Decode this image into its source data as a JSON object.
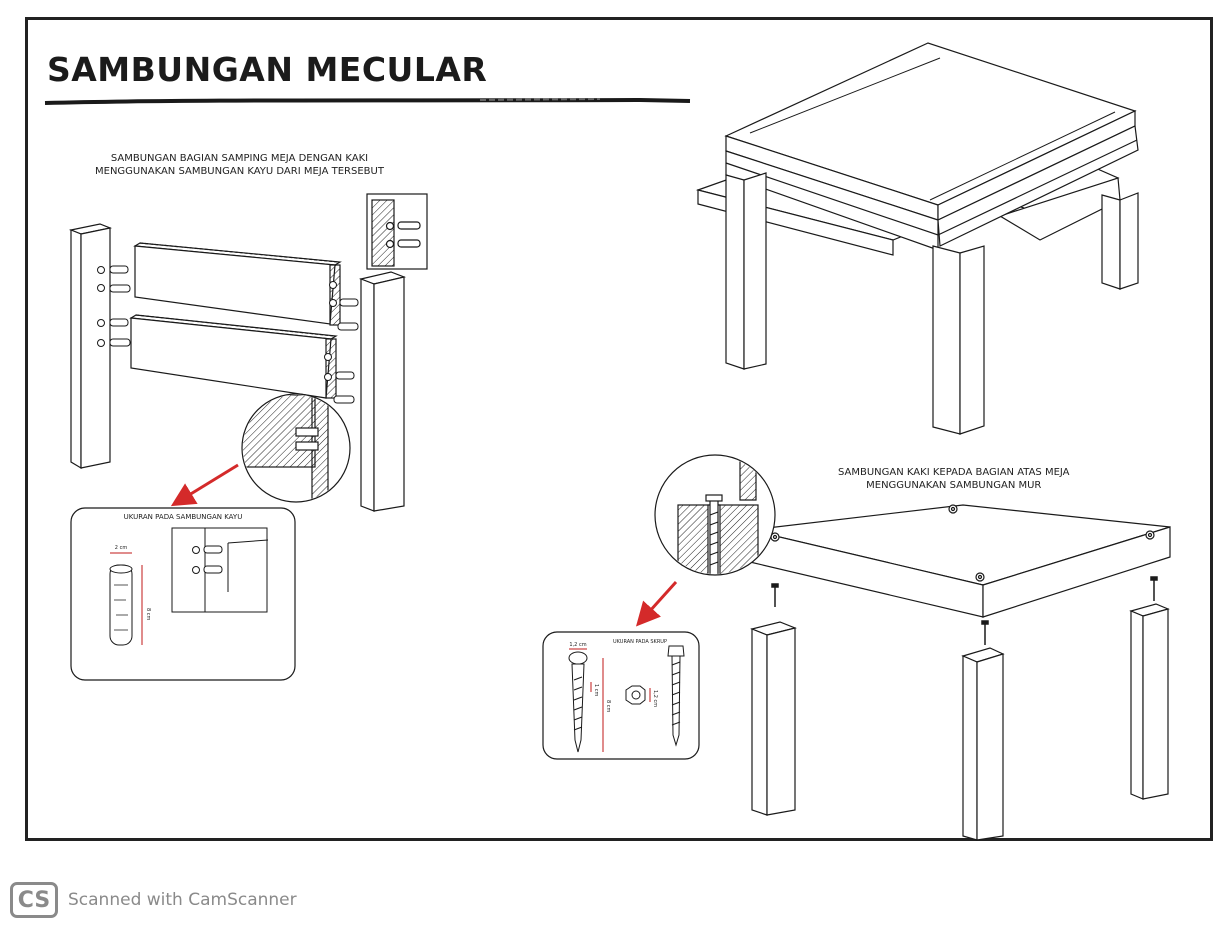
{
  "title": "SAMBUNGAN MECULAR",
  "left_caption": {
    "line1": "SAMBUNGAN BAGIAN SAMPING MEJA DENGAN KAKI",
    "line2": "MENGGUNAKAN SAMBUNGAN KAYU DARI MEJA TERSEBUT"
  },
  "right_caption": {
    "line1": "SAMBUNGAN KAKI KEPADA BAGIAN ATAS MEJA",
    "line2": "MENGGUNAKAN SAMBUNGAN MUR"
  },
  "dowel_box": {
    "heading": "UKURAN PADA SAMBUNGAN KAYU",
    "width_label": "2 cm",
    "length_label": "8 cm"
  },
  "screw_box": {
    "heading": "UKURAN PADA SKRUP",
    "head_label": "1,2 cm",
    "length_label": "8 cm",
    "thread_label": "1 cm",
    "nut_label": "1,2 cm"
  },
  "colors": {
    "line": "#1a1a1a",
    "arrow": "#d42a2a",
    "dimension": "#c21a1a",
    "watermark": "#8a8a8a"
  },
  "footer": {
    "logo_text": "CS",
    "watermark_text": "Scanned with CamScanner"
  }
}
